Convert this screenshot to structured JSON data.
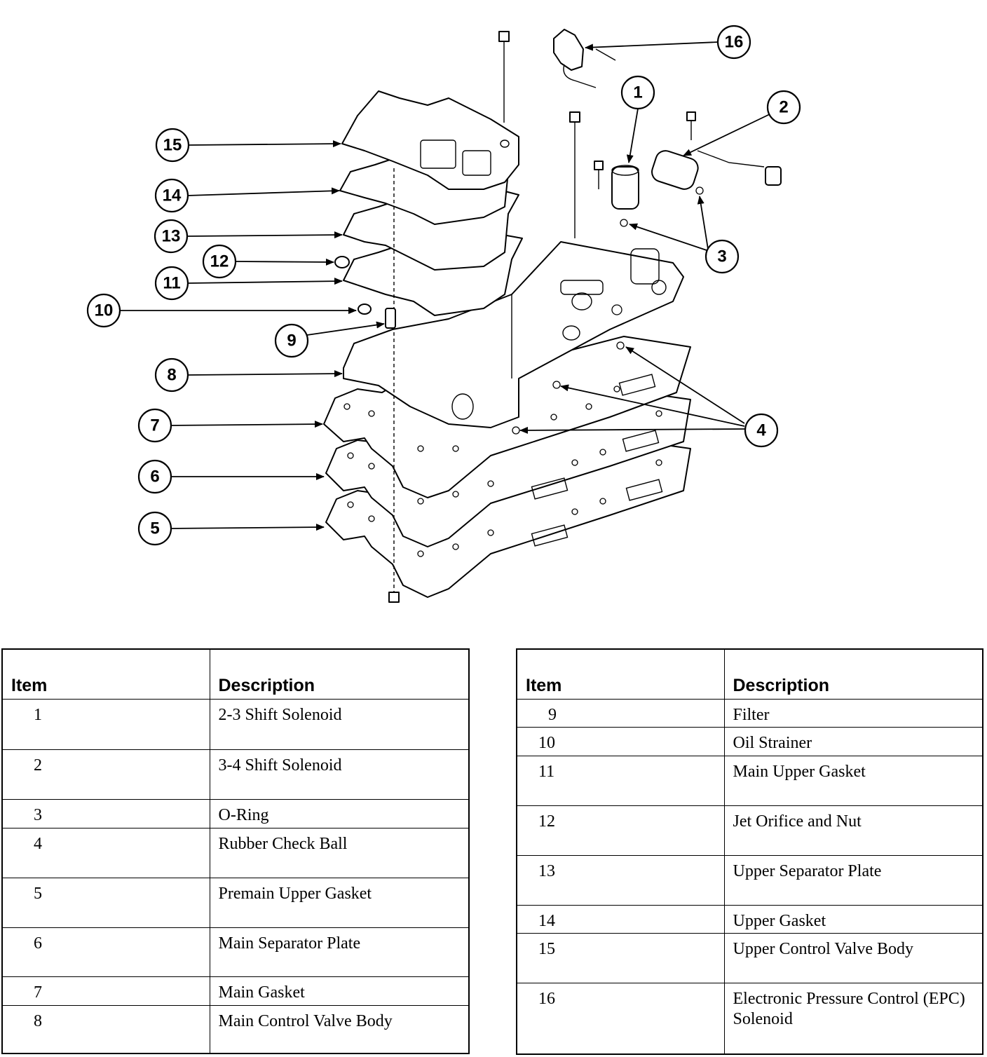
{
  "callouts": [
    {
      "label": "1"
    },
    {
      "label": "2"
    },
    {
      "label": "3"
    },
    {
      "label": "4"
    },
    {
      "label": "5"
    },
    {
      "label": "6"
    },
    {
      "label": "7"
    },
    {
      "label": "8"
    },
    {
      "label": "9"
    },
    {
      "label": "10"
    },
    {
      "label": "11"
    },
    {
      "label": "12"
    },
    {
      "label": "13"
    },
    {
      "label": "14"
    },
    {
      "label": "15"
    },
    {
      "label": "16"
    }
  ],
  "table_left": {
    "header_item": "Item",
    "header_description": "Description",
    "rows": [
      {
        "item": "1",
        "description": "2-3 Shift Solenoid"
      },
      {
        "item": "2",
        "description": "3-4 Shift Solenoid"
      },
      {
        "item": "3",
        "description": "O-Ring"
      },
      {
        "item": "4",
        "description": "Rubber Check Ball"
      },
      {
        "item": "5",
        "description": "Premain Upper Gasket"
      },
      {
        "item": "6",
        "description": "Main Separator Plate"
      },
      {
        "item": "7",
        "description": "Main Gasket"
      },
      {
        "item": "8",
        "description": "Main Control Valve Body"
      }
    ]
  },
  "table_right": {
    "header_item": "Item",
    "header_description": "Description",
    "rows": [
      {
        "item": "9",
        "description": "Filter"
      },
      {
        "item": "10",
        "description": "Oil Strainer"
      },
      {
        "item": "11",
        "description": "Main Upper Gasket"
      },
      {
        "item": "12",
        "description": "Jet Orifice and Nut"
      },
      {
        "item": "13",
        "description": "Upper Separator Plate"
      },
      {
        "item": "14",
        "description": "Upper Gasket"
      },
      {
        "item": "15",
        "description": "Upper Control Valve Body"
      },
      {
        "item": "16",
        "description": "Electronic Pressure Control (EPC) Solenoid"
      }
    ]
  }
}
